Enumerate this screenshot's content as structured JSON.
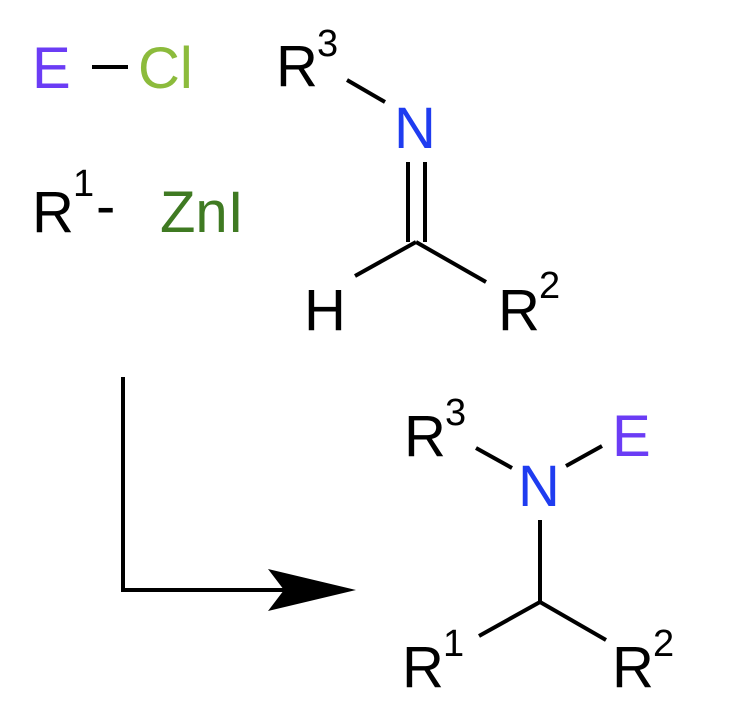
{
  "colors": {
    "electrophile": "#6b3cf5",
    "chloride": "#8cbb3c",
    "zinc_iodide": "#3f7a22",
    "nitrogen": "#1f3cf0",
    "black": "#000000"
  },
  "reagents": {
    "electrophile": {
      "E": "E",
      "Cl": "Cl"
    },
    "organozinc": {
      "R": "R",
      "sup": "1",
      "dash": "-",
      "ZnI": "ZnI"
    }
  },
  "imine": {
    "r3": {
      "R": "R",
      "sup": "3"
    },
    "n": "N",
    "h": "H",
    "r2": {
      "R": "R",
      "sup": "2"
    }
  },
  "product": {
    "r3": {
      "R": "R",
      "sup": "3"
    },
    "n": "N",
    "e": "E",
    "r1": {
      "R": "R",
      "sup": "1"
    },
    "r2": {
      "R": "R",
      "sup": "2"
    }
  },
  "arrow": "reaction-arrow"
}
